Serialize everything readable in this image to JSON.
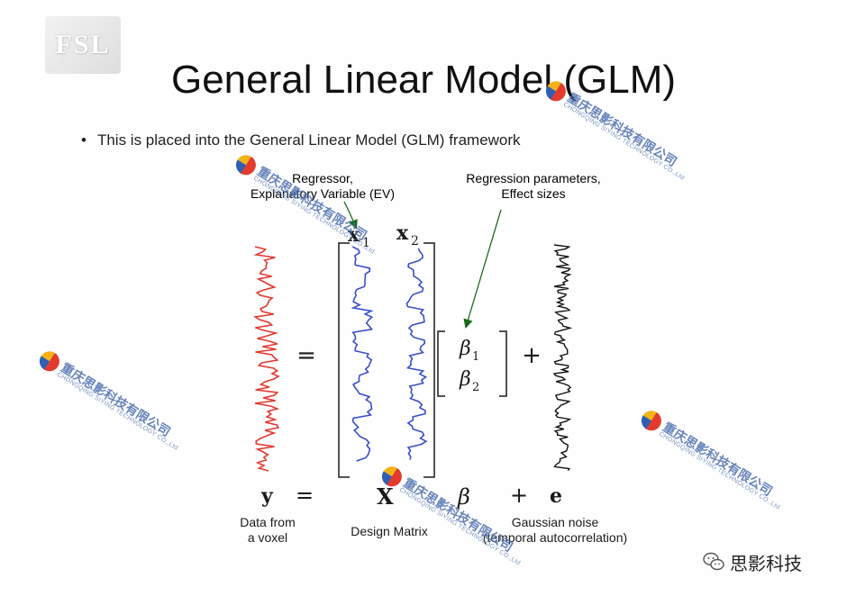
{
  "slide": {
    "logo_text": "FSL",
    "title": "General Linear Model (GLM)",
    "bullet": "This is placed into the General Linear Model (GLM) framework"
  },
  "diagram": {
    "regressor_label": [
      "Regressor,",
      "Explanatory Variable (EV)"
    ],
    "parameters_label": [
      "Regression parameters,",
      "Effect sizes"
    ],
    "x1": "x",
    "x1_sub": "1",
    "x2": "x",
    "x2_sub": "2",
    "beta1": "β",
    "beta1_sub": "1",
    "beta2": "β",
    "beta2_sub": "2",
    "equals": "=",
    "plus": "+",
    "eq_y": "y",
    "eq_equals": "=",
    "eq_X": "X",
    "eq_beta": "β",
    "eq_plus": "+",
    "eq_e": "e",
    "y_caption": [
      "Data from",
      "a voxel"
    ],
    "x_caption": "Design Matrix",
    "e_caption": [
      "Gaussian noise",
      "(temporal autocorrelation)"
    ],
    "colors": {
      "data": "#e03a2f",
      "regressor": "#3a4fc9",
      "noise": "#111111",
      "arrow": "#1a6a1a"
    }
  },
  "watermark": {
    "text": "重庆思影科技有限公司",
    "subtext": "CHONGQING SIYING TECHNOLOGY CO.,Ltd"
  },
  "footer": {
    "brand": "思影科技",
    "icon": "wechat-icon"
  }
}
